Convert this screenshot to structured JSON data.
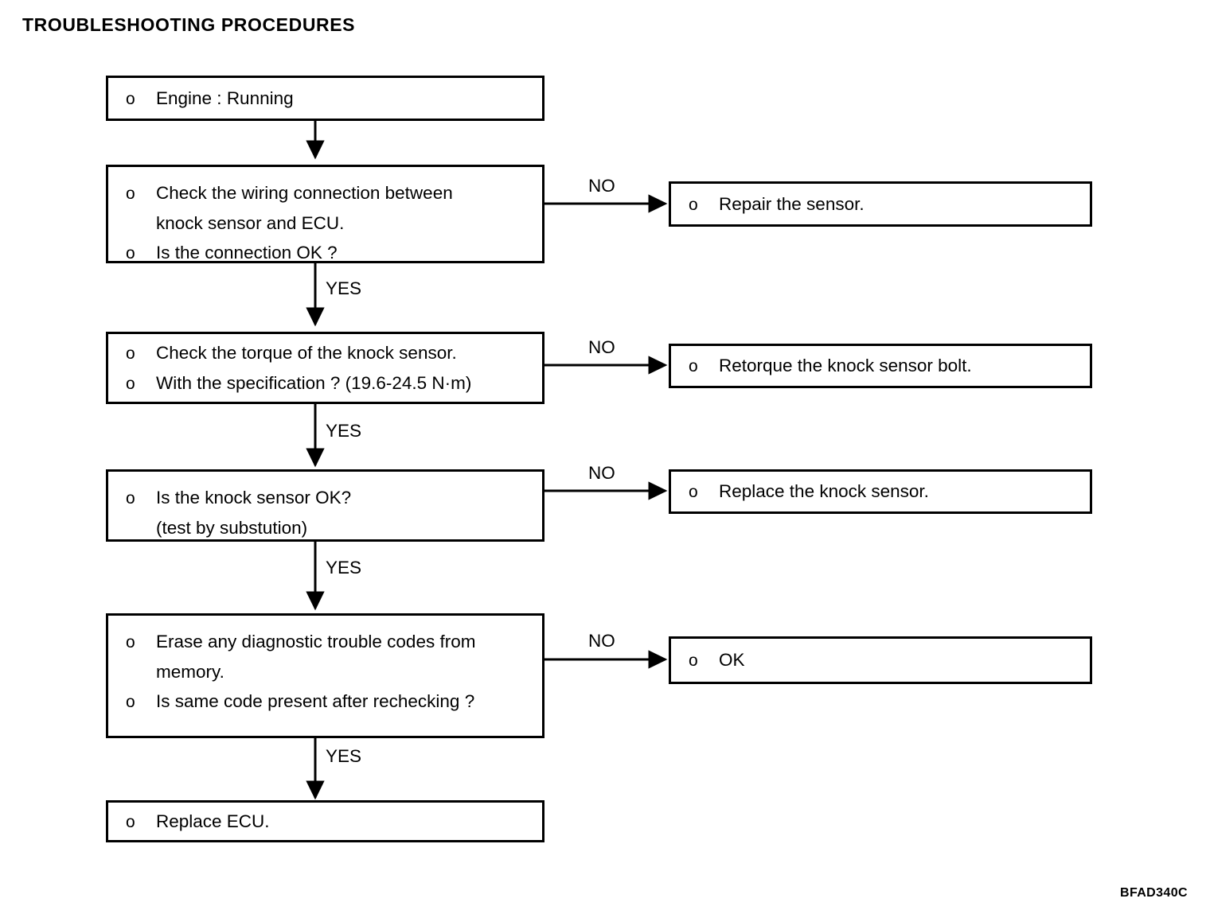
{
  "title": "TROUBLESHOOTING PROCEDURES",
  "figure_code": "BFAD340C",
  "bullet_glyph": "o",
  "labels": {
    "yes": "YES",
    "no": "NO"
  },
  "flow": {
    "main_steps": [
      {
        "id": "engine-running",
        "lines": [
          {
            "bullet": true,
            "text": "Engine : Running"
          }
        ]
      },
      {
        "id": "check-wiring",
        "lines": [
          {
            "bullet": true,
            "text": "Check the wiring connection between"
          },
          {
            "bullet": false,
            "text": "knock sensor and ECU."
          },
          {
            "bullet": true,
            "text": "Is the connection OK ?"
          }
        ]
      },
      {
        "id": "check-torque",
        "lines": [
          {
            "bullet": true,
            "text": "Check the torque of the knock sensor."
          },
          {
            "bullet": true,
            "text": "With the specification ? (19.6-24.5 N·m)"
          }
        ]
      },
      {
        "id": "sensor-ok",
        "lines": [
          {
            "bullet": true,
            "text": "Is the knock sensor OK?"
          },
          {
            "bullet": false,
            "text": "(test by substution)"
          }
        ]
      },
      {
        "id": "erase-codes",
        "lines": [
          {
            "bullet": true,
            "text": "Erase any diagnostic trouble codes from"
          },
          {
            "bullet": false,
            "text": "memory."
          },
          {
            "bullet": true,
            "text": "Is same code present after rechecking ?"
          }
        ]
      },
      {
        "id": "replace-ecu",
        "lines": [
          {
            "bullet": true,
            "text": "Replace ECU."
          }
        ]
      }
    ],
    "outcomes": [
      {
        "id": "repair-sensor",
        "text": "Repair the sensor."
      },
      {
        "id": "retorque-bolt",
        "text": "Retorque the knock sensor bolt."
      },
      {
        "id": "replace-sensor",
        "text": "Replace the knock sensor."
      },
      {
        "id": "ok",
        "text": "OK"
      }
    ],
    "branch_labels": {
      "no_branches": [
        "NO",
        "NO",
        "NO",
        "NO"
      ],
      "yes_branches": [
        "YES",
        "YES",
        "YES",
        "YES"
      ]
    }
  }
}
